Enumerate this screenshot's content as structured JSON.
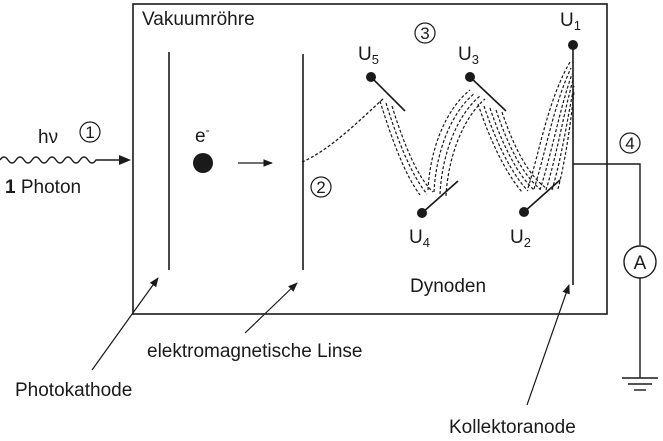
{
  "labels": {
    "tube": "Vakuumröhre",
    "photon_energy": "hν",
    "photon_count": "1",
    "photon_word": " Photon",
    "electron": "e",
    "electron_sup": "-",
    "dynodes": "Dynoden",
    "lens": "elektromagnetische Linse",
    "photocathode": "Photokathode",
    "collector": "Kollektoranode"
  },
  "markers": {
    "m1": "1",
    "m2": "2",
    "m3": "3",
    "m4": "4"
  },
  "dynode_labels": {
    "u1": {
      "main": "U",
      "sub": "1"
    },
    "u2": {
      "main": "U",
      "sub": "2"
    },
    "u3": {
      "main": "U",
      "sub": "3"
    },
    "u4": {
      "main": "U",
      "sub": "4"
    },
    "u5": {
      "main": "U",
      "sub": "5"
    }
  },
  "ammeter": "A"
}
